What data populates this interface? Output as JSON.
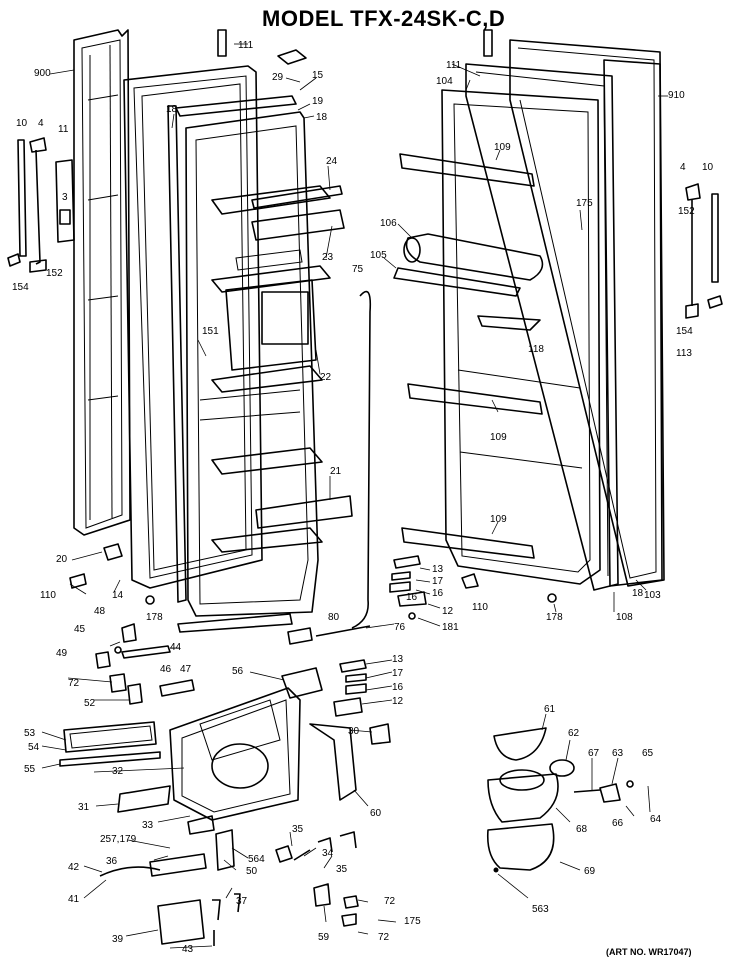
{
  "title": "MODEL TFX-24SK-C,D",
  "art_no": "(ART NO. WR17047)",
  "part_labels": [
    "900",
    "111",
    "29",
    "15",
    "19",
    "18",
    "18",
    "24",
    "23",
    "22",
    "21",
    "20",
    "14",
    "110",
    "151",
    "10",
    "4",
    "11",
    "3",
    "152",
    "154",
    "111",
    "104",
    "910",
    "109",
    "175",
    "106",
    "105",
    "118",
    "113",
    "152",
    "154",
    "4",
    "10",
    "109",
    "109",
    "13",
    "17",
    "16",
    "12",
    "181",
    "110",
    "178",
    "108",
    "18",
    "103",
    "178",
    "75",
    "80",
    "76",
    "16",
    "48",
    "45",
    "44",
    "49",
    "72",
    "46",
    "47",
    "52",
    "53",
    "54",
    "55",
    "32",
    "31",
    "33",
    "56",
    "13",
    "17",
    "16",
    "12",
    "30",
    "60",
    "61",
    "62",
    "63",
    "65",
    "67",
    "66",
    "64",
    "68",
    "69",
    "563",
    "35",
    "34",
    "35",
    "564",
    "50",
    "37",
    "36",
    "257,179",
    "42",
    "41",
    "39",
    "43",
    "72",
    "175",
    "72",
    "59"
  ]
}
